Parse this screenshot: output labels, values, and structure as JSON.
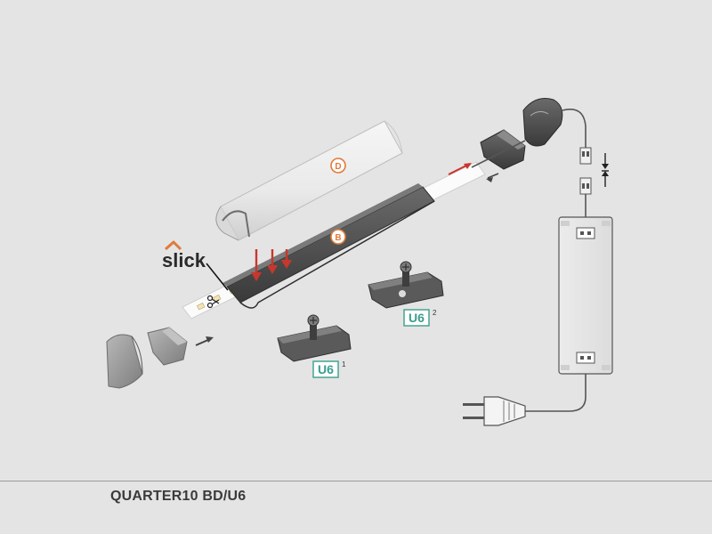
{
  "product": {
    "caption": "QUARTER10 BD/U6"
  },
  "labels": {
    "diffuser": "D",
    "profile": "B",
    "brand": "slick",
    "mount_1": "U6",
    "mount_1_index": "1",
    "mount_2": "U6",
    "mount_2_index": "2"
  },
  "colors": {
    "background": "#e4e4e4",
    "accent_arrow": "#c8372d",
    "badge_orange": "#e07b3a",
    "badge_teal": "#3a9e8f",
    "profile_dark": "#4a4a4a",
    "part_gray": "#8e8e8e"
  },
  "icons": [
    "scissors-icon",
    "insert-arrow-icon",
    "press-arrow-icon",
    "gap-arrows-icon",
    "plug-icon"
  ]
}
